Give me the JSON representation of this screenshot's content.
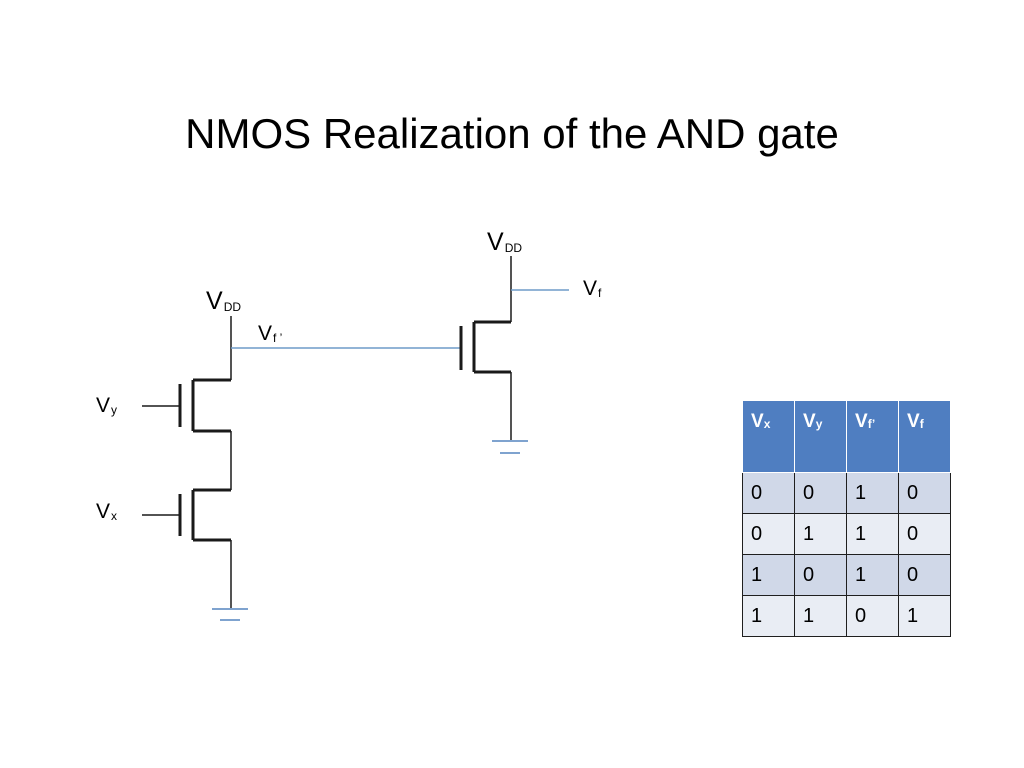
{
  "title": "NMOS Realization of the AND gate",
  "labels": {
    "vdd_left": {
      "main": "V",
      "sub": "DD"
    },
    "vdd_right": {
      "main": "V",
      "sub": "DD"
    },
    "vf_prime": {
      "main": "V",
      "sub": "f ’"
    },
    "vf": {
      "main": "V",
      "sub": "f"
    },
    "vy": {
      "main": "V",
      "sub": "y"
    },
    "vx": {
      "main": "V",
      "sub": "x"
    }
  },
  "table": {
    "headers": [
      {
        "main": "V",
        "sub": "x"
      },
      {
        "main": "V",
        "sub": "y"
      },
      {
        "main": "V",
        "sub": "f’"
      },
      {
        "main": "V",
        "sub": "f"
      }
    ],
    "rows": [
      [
        "0",
        "0",
        "1",
        "0"
      ],
      [
        "0",
        "1",
        "1",
        "0"
      ],
      [
        "1",
        "0",
        "1",
        "0"
      ],
      [
        "1",
        "1",
        "0",
        "1"
      ]
    ]
  },
  "colors": {
    "wire": "#1a1a1a",
    "connection": "#6f9bc8",
    "ground": "#7fa3cf",
    "header_bg": "#4f7ec1",
    "row_odd": "#d0d8e8",
    "row_even": "#e9edf4"
  }
}
